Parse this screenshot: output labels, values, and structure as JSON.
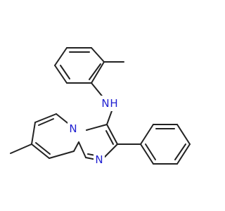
{
  "molecule": {
    "atoms": [
      {
        "id": "NH",
        "label": "N",
        "sub_label": "H",
        "color": "#1f1fd1"
      },
      {
        "id": "N4",
        "label": "N",
        "color": "#1f1fd1"
      },
      {
        "id": "N1",
        "label": "N",
        "color": "#1f1fd1"
      }
    ],
    "bond_color": "#222222"
  }
}
